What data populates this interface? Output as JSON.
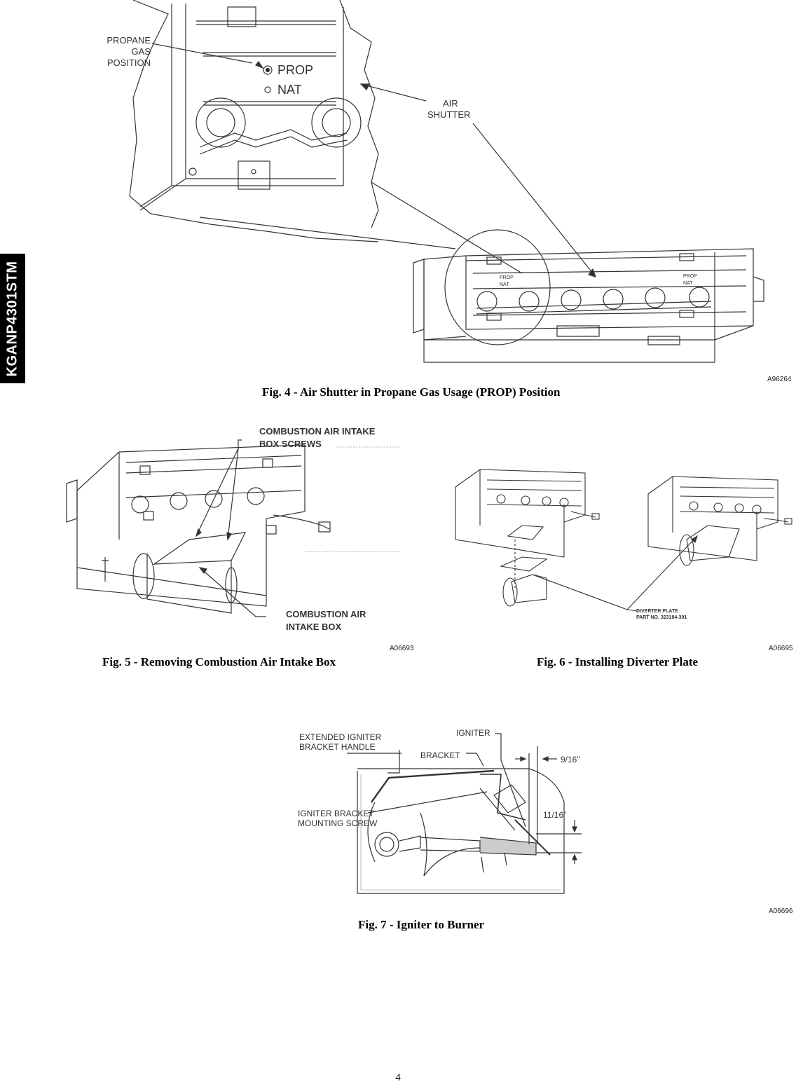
{
  "side_tab": "KGANP4301STM",
  "fig4": {
    "caption": "Fig. 4 - Air Shutter in Propane Gas Usage (PROP) Position",
    "code": "A96264",
    "propane_label_line1": "PROPANE",
    "propane_label_line2": "GAS",
    "propane_label_line3": "POSITION",
    "prop_mark": "PROP",
    "nat_mark": "NAT",
    "air_shutter_line1": "AIR",
    "air_shutter_line2": "SHUTTER"
  },
  "fig5": {
    "caption": "Fig. 5 - Removing Combustion Air Intake Box",
    "code": "A06693",
    "screws_label_line1": "COMBUSTION AIR INTAKE",
    "screws_label_line2": "BOX SCREWS",
    "box_label_line1": "COMBUSTION AIR",
    "box_label_line2": "INTAKE BOX"
  },
  "fig6": {
    "caption": "Fig. 6 - Installing Diverter Plate",
    "code": "A06695",
    "plate_label_line1": "DIVERTER PLATE",
    "plate_label_line2": "PART NO. 323184-301"
  },
  "fig7": {
    "caption": "Fig. 7 - Igniter to Burner",
    "code": "A06696",
    "handle_label_line1": "EXTENDED IGNITER",
    "handle_label_line2": "BRACKET HANDLE",
    "igniter_label": "IGNITER",
    "bracket_label": "BRACKET",
    "screw_label_line1": "IGNITER BRACKET",
    "screw_label_line2": "MOUNTING SCREW",
    "dim_916": "9/16\"",
    "dim_1116": "11/16\""
  },
  "page_number": "4"
}
